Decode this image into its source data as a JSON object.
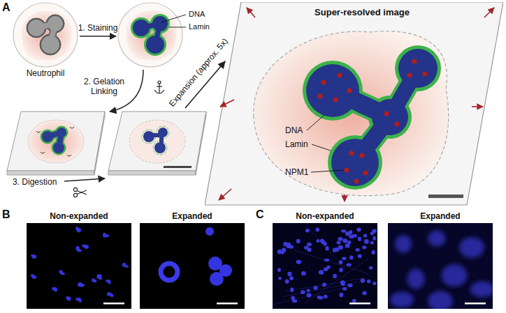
{
  "diagram": {
    "nodes": [
      {
        "text": [
          "Neutrophil"
        ]
      },
      {
        "text": [
          "DNA",
          "Lamin"
        ]
      },
      {
        "text": [
          "Super-resolved image"
        ]
      },
      {
        "text": [
          "DNA",
          "Lamin",
          "NPM1"
        ],
        "in": 2
      },
      {
        "text": [
          "Non-expanded"
        ]
      },
      {
        "text": [
          "Expanded"
        ]
      },
      {
        "text": [
          "Non-expanded"
        ]
      },
      {
        "text": [
          "Expanded"
        ]
      }
    ],
    "edges": [
      {
        "from": 0,
        "to": 1,
        "label": "1. Staining",
        "arrow": "to"
      }
    ],
    "labels": [
      "A",
      "2. Gelation Linking",
      "3. Digestion",
      "Expansion (approx. 5x)",
      "B",
      "C"
    ]
  }
}
